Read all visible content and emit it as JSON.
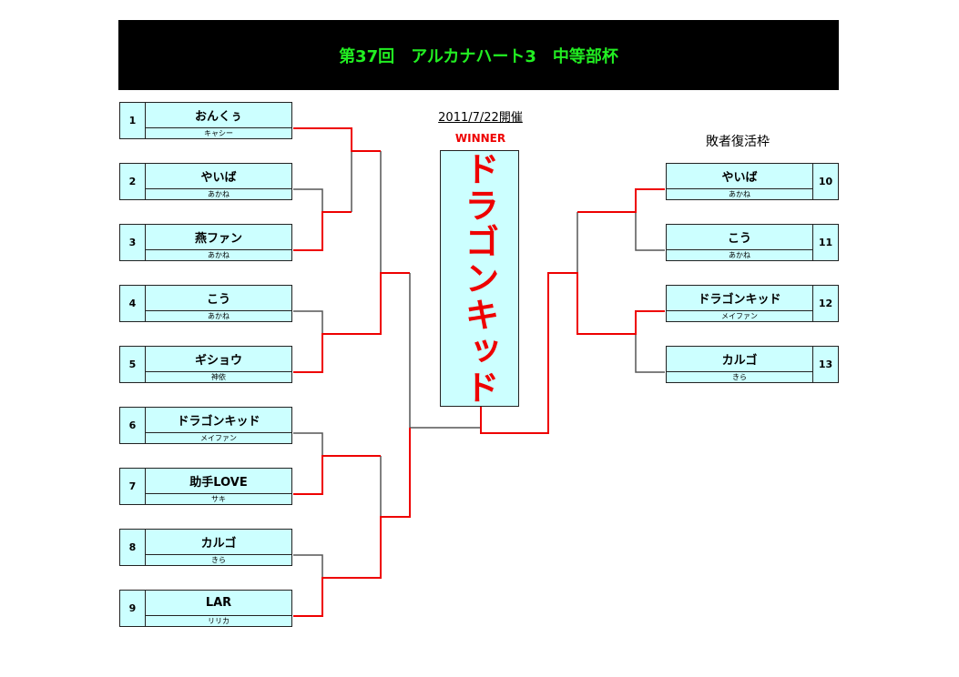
{
  "title": "第37回　アルカナハート3　中等部杯",
  "date": "2011/7/22開催",
  "winner_label": "WINNER",
  "winner": "ドラゴンキッド",
  "loser_bracket_label": "敗者復活枠",
  "left_entries": [
    {
      "num": "1",
      "name": "おんくぅ",
      "char": "キャシー"
    },
    {
      "num": "2",
      "name": "やいば",
      "char": "あかね"
    },
    {
      "num": "3",
      "name": "燕ファン",
      "char": "あかね"
    },
    {
      "num": "4",
      "name": "こう",
      "char": "あかね"
    },
    {
      "num": "5",
      "name": "ギショウ",
      "char": "神依"
    },
    {
      "num": "6",
      "name": "ドラゴンキッド",
      "char": "メイファン"
    },
    {
      "num": "7",
      "name": "助手LOVE",
      "char": "サキ"
    },
    {
      "num": "8",
      "name": "カルゴ",
      "char": "きら"
    },
    {
      "num": "9",
      "name": "LAR",
      "char": "リリカ"
    }
  ],
  "right_entries": [
    {
      "num": "10",
      "name": "やいば",
      "char": "あかね"
    },
    {
      "num": "11",
      "name": "こう",
      "char": "あかね"
    },
    {
      "num": "12",
      "name": "ドラゴンキッド",
      "char": "メイファン"
    },
    {
      "num": "13",
      "name": "カルゴ",
      "char": "きら"
    }
  ],
  "colors": {
    "win_line": "#ee0000",
    "lose_line": "#444444",
    "box_fill": "#ccffff"
  }
}
